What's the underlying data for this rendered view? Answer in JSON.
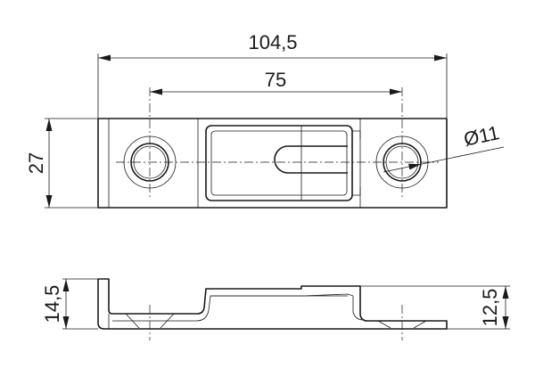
{
  "drawing": {
    "top_view": {
      "dim_overall_length": "104,5",
      "dim_hole_spacing": "75",
      "dim_width": "27",
      "dim_hole_diameter": "Ø11"
    },
    "side_view": {
      "dim_total_height": "14,5",
      "dim_offset_height": "12,5"
    }
  }
}
